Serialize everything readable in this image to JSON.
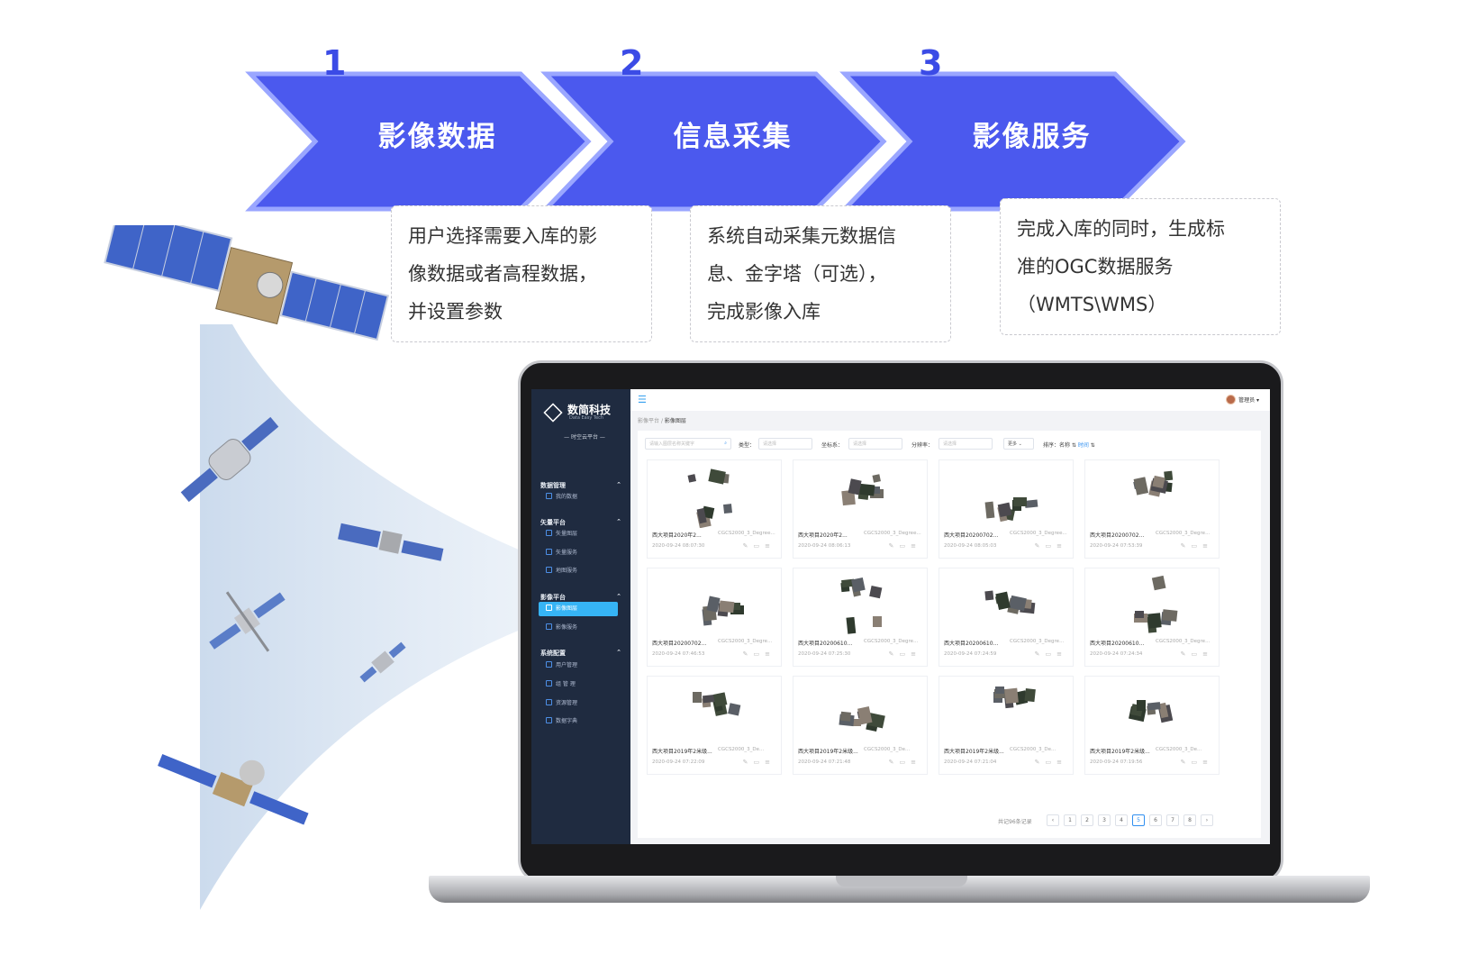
{
  "steps": [
    {
      "num": "1",
      "title": "影像数据",
      "desc": [
        "用户选择需要入库的影",
        "像数据或者高程数据，",
        "并设置参数"
      ]
    },
    {
      "num": "2",
      "title": "信息采集",
      "desc": [
        "系统自动采集元数据信",
        "息、金字塔（可选），",
        "完成影像入库"
      ]
    },
    {
      "num": "3",
      "title": "影像服务",
      "desc": [
        "完成入库的同时，生成标",
        "准的OGC数据服务",
        "（WMTS\\WMS）"
      ]
    }
  ],
  "colors": {
    "arrow": "#4b59ee",
    "arrow_glow": "#9aa6ff",
    "sidebar": "#1f2b40",
    "active": "#36b4f5",
    "accent": "#2f8ff0"
  },
  "app": {
    "logo_cn": "数简科技",
    "logo_en": "Data Easy Tech",
    "logo_sub": "时空云平台",
    "menu_icon": "menu-icon",
    "user": "管理员 ▾",
    "breadcrumb": {
      "root": "影像平台",
      "sep": "/",
      "current": "影像图层"
    },
    "nav": [
      {
        "group": "数据管理",
        "items": [
          "我的数据"
        ]
      },
      {
        "group": "矢量平台",
        "items": [
          "矢量图层",
          "矢量服务",
          "地图服务"
        ]
      },
      {
        "group": "影像平台",
        "items": [
          "影像图层",
          "影像服务"
        ]
      },
      {
        "group": "系统配置",
        "items": [
          "用户管理",
          "组 管 理",
          "资源管理",
          "数据字典"
        ]
      }
    ],
    "active_item": "影像图层",
    "filters": {
      "search_placeholder": "请输入图层名称关键字",
      "type_label": "类型：",
      "type_value": "请选择",
      "crs_label": "坐标系：",
      "crs_value": "请选择",
      "res_label": "分辨率：",
      "res_value": "请选择",
      "more": "更多 ⌄",
      "sort_label": "排序：",
      "sort_name": "名称",
      "sort_time": "时间"
    },
    "cards": [
      {
        "name": "西大项目2020年2...",
        "crs": "CGCS2000_3_Degree...",
        "time": "2020-09-24 08:07:30"
      },
      {
        "name": "西大项目2020年2...",
        "crs": "CGCS2000_3_Degree...",
        "time": "2020-09-24 08:06:13"
      },
      {
        "name": "西大项目20200702...",
        "crs": "CGCS2000_3_Degree...",
        "time": "2020-09-24 08:05:03"
      },
      {
        "name": "西大项目20200702...",
        "crs": "CGCS2000_3_Degre...",
        "time": "2020-09-24 07:53:39"
      },
      {
        "name": "西大项目20200702...",
        "crs": "CGCS2000_3_Degre...",
        "time": "2020-09-24 07:46:53"
      },
      {
        "name": "西大项目20200610...",
        "crs": "CGCS2000_3_Degre...",
        "time": "2020-09-24 07:25:30"
      },
      {
        "name": "西大项目20200610...",
        "crs": "CGCS2000_3_Degre...",
        "time": "2020-09-24 07:24:59"
      },
      {
        "name": "西大项目20200610...",
        "crs": "CGCS2000_3_Degre...",
        "time": "2020-09-24 07:24:34"
      },
      {
        "name": "西大项目2019年2米级...",
        "crs": "CGCS2000_3_De...",
        "time": "2020-09-24 07:22:09"
      },
      {
        "name": "西大项目2019年2米级...",
        "crs": "CGCS2000_3_De...",
        "time": "2020-09-24 07:21:48"
      },
      {
        "name": "西大项目2019年2米级...",
        "crs": "CGCS2000_3_De...",
        "time": "2020-09-24 07:21:04"
      },
      {
        "name": "西大项目2019年2米级...",
        "crs": "CGCS2000_3_De...",
        "time": "2020-09-24 07:19:56"
      }
    ],
    "card_actions": [
      "edit-icon",
      "copy-icon",
      "list-icon"
    ],
    "pager": {
      "total": "共记96条记录",
      "pages": [
        "1",
        "2",
        "3",
        "4",
        "5",
        "6",
        "7",
        "8"
      ],
      "current": "5",
      "prev": "‹",
      "next": "›"
    }
  }
}
